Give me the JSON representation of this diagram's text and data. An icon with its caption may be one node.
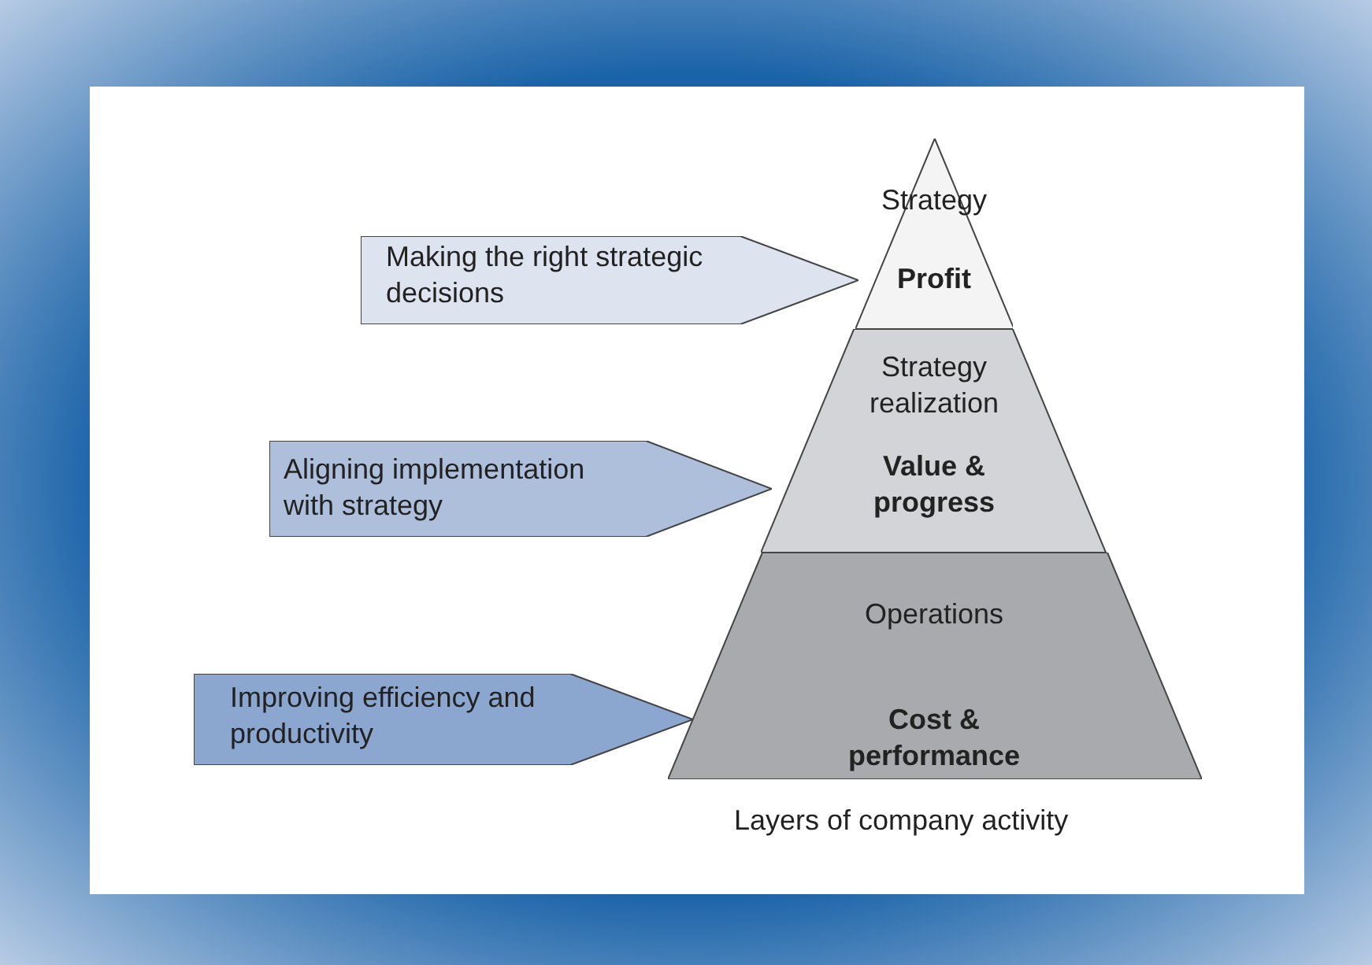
{
  "diagram": {
    "nodes": [
      {
        "text": [
          "Making the right strategic decisions"
        ]
      },
      {
        "text": [
          "Strategy",
          "Profit"
        ]
      },
      {
        "text": [
          "Aligning implementation with strategy"
        ]
      },
      {
        "text": [
          "Strategy realization",
          "Value & progress"
        ]
      },
      {
        "text": [
          "Improving efficiency and productivity"
        ]
      },
      {
        "text": [
          "Operations",
          "Cost & performance"
        ]
      }
    ],
    "labels": [
      "Layers of company activity"
    ]
  }
}
